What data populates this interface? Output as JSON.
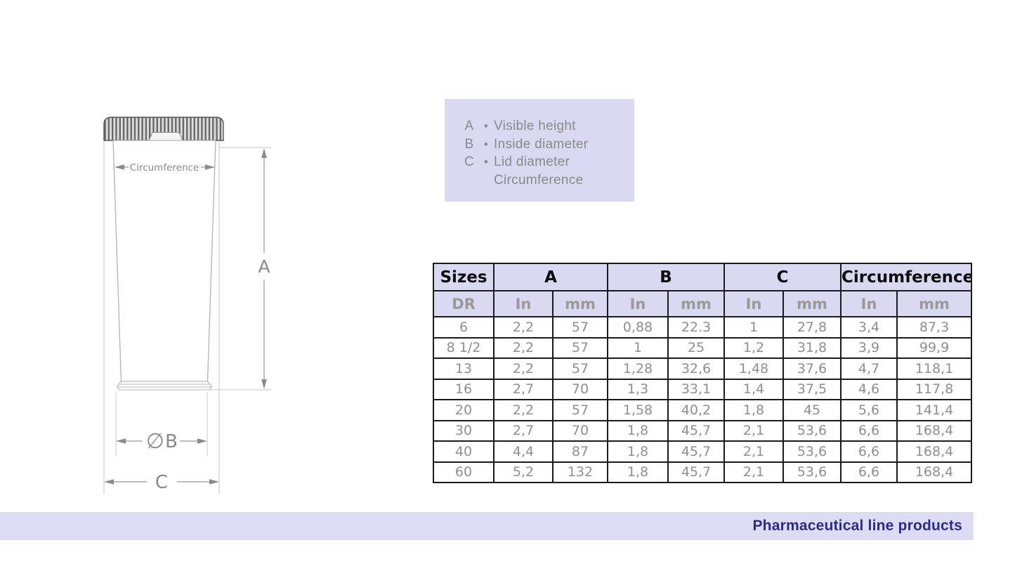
{
  "drawing": {
    "circumference_label": "Circumference",
    "dim_a_label": "A",
    "dim_b_prefix": "∅",
    "dim_b_label": "B",
    "dim_c_label": "C"
  },
  "legend": {
    "items": [
      {
        "letter": "A",
        "bullet": "•",
        "text": "Visible height"
      },
      {
        "letter": "B",
        "bullet": "•",
        "text": "Inside diameter"
      },
      {
        "letter": "C",
        "bullet": "•",
        "text": "Lid diameter"
      },
      {
        "letter": "",
        "bullet": "",
        "text": "Circumference"
      }
    ]
  },
  "table": {
    "group_headers": [
      "Sizes",
      "A",
      "B",
      "C",
      "Circumference"
    ],
    "unit_headers": [
      "DR",
      "In",
      "mm",
      "In",
      "mm",
      "In",
      "mm",
      "In",
      "mm"
    ],
    "rows": [
      [
        "6",
        "2,2",
        "57",
        "0,88",
        "22.3",
        "1",
        "27,8",
        "3,4",
        "87,3"
      ],
      [
        "8 1/2",
        "2,2",
        "57",
        "1",
        "25",
        "1,2",
        "31,8",
        "3,9",
        "99,9"
      ],
      [
        "13",
        "2,2",
        "57",
        "1,28",
        "32,6",
        "1,48",
        "37,6",
        "4,7",
        "118,1"
      ],
      [
        "16",
        "2,7",
        "70",
        "1,3",
        "33,1",
        "1,4",
        "37,5",
        "4,6",
        "117,8"
      ],
      [
        "20",
        "2,2",
        "57",
        "1,58",
        "40,2",
        "1,8",
        "45",
        "5,6",
        "141,4"
      ],
      [
        "30",
        "2,7",
        "70",
        "1,8",
        "45,7",
        "2,1",
        "53,6",
        "6,6",
        "168,4"
      ],
      [
        "40",
        "4,4",
        "87",
        "1,8",
        "45,7",
        "2,1",
        "53,6",
        "6,6",
        "168,4"
      ],
      [
        "60",
        "5,2",
        "132",
        "1,8",
        "45,7",
        "2,1",
        "53,6",
        "6,6",
        "168,4"
      ]
    ]
  },
  "footer": {
    "title": "Pharmaceutical line products"
  },
  "colors": {
    "panel_lavender": "#d9d9f2",
    "footer_lavender": "#dcdcf5",
    "footer_text": "#2c2c8a",
    "table_border": "#1b1b1b",
    "muted_gray": "#8a8a8a"
  }
}
